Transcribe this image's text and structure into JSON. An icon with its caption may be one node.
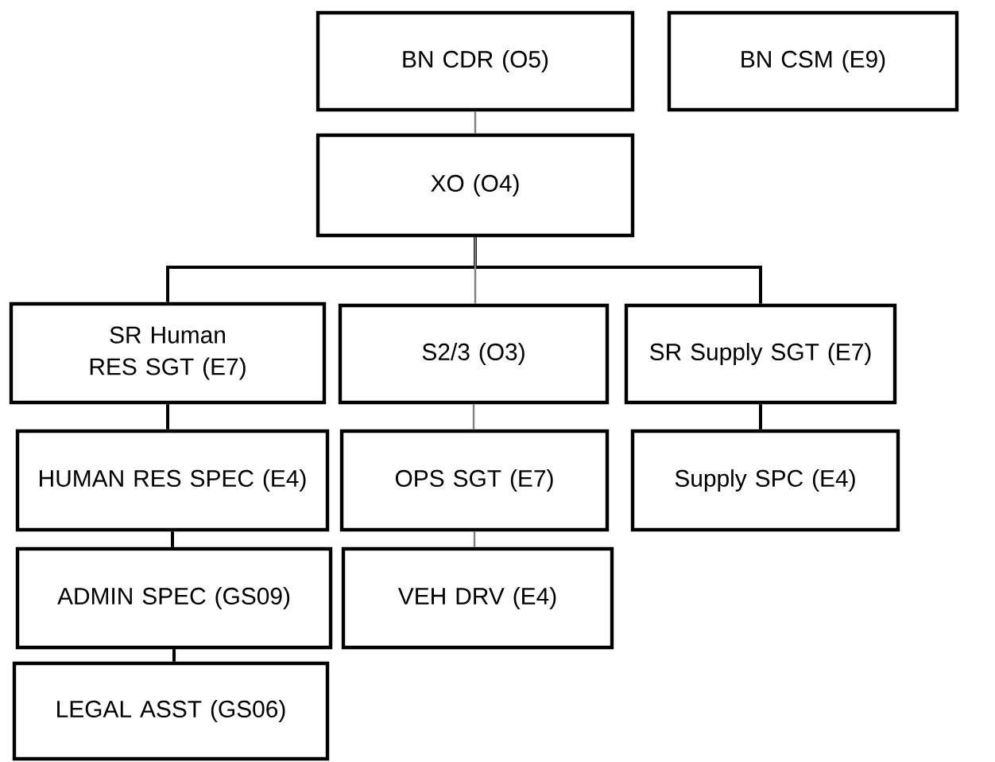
{
  "diagram": {
    "nodes": [
      {
        "text": [
          "BN CDR (O5)"
        ]
      },
      {
        "text": [
          "BN CSM (E9)"
        ]
      },
      {
        "text": [
          "XO (O4)"
        ]
      },
      {
        "text": [
          "SR Human RES SGT (E7)"
        ]
      },
      {
        "text": [
          "S2/3 (O3)"
        ]
      },
      {
        "text": [
          "SR Supply SGT (E7)"
        ]
      },
      {
        "text": [
          "HUMAN RES SPEC (E4)"
        ]
      },
      {
        "text": [
          "OPS SGT (E7)"
        ]
      },
      {
        "text": [
          "Supply SPC (E4)"
        ]
      },
      {
        "text": [
          "ADMIN SPEC (GS09)"
        ]
      },
      {
        "text": [
          "VEH DRV (E4)"
        ]
      },
      {
        "text": [
          "LEGAL ASST (GS06)"
        ]
      }
    ],
    "edges": [
      {
        "from": 0,
        "to": 2,
        "arrow": "none",
        "color": "#808080"
      },
      {
        "from": 2,
        "to": 3,
        "arrow": "none"
      },
      {
        "from": 2,
        "to": 5,
        "arrow": "none"
      },
      {
        "from": 2,
        "to": 4,
        "arrow": "none",
        "color": "#808080"
      },
      {
        "from": 3,
        "to": 6,
        "arrow": "none"
      },
      {
        "from": 6,
        "to": 9,
        "arrow": "none"
      },
      {
        "from": 9,
        "to": 11,
        "arrow": "none"
      },
      {
        "from": 4,
        "to": 7,
        "arrow": "none",
        "color": "#808080"
      },
      {
        "from": 7,
        "to": 10,
        "arrow": "none",
        "color": "#808080"
      },
      {
        "from": 5,
        "to": 8,
        "arrow": "none"
      }
    ]
  }
}
